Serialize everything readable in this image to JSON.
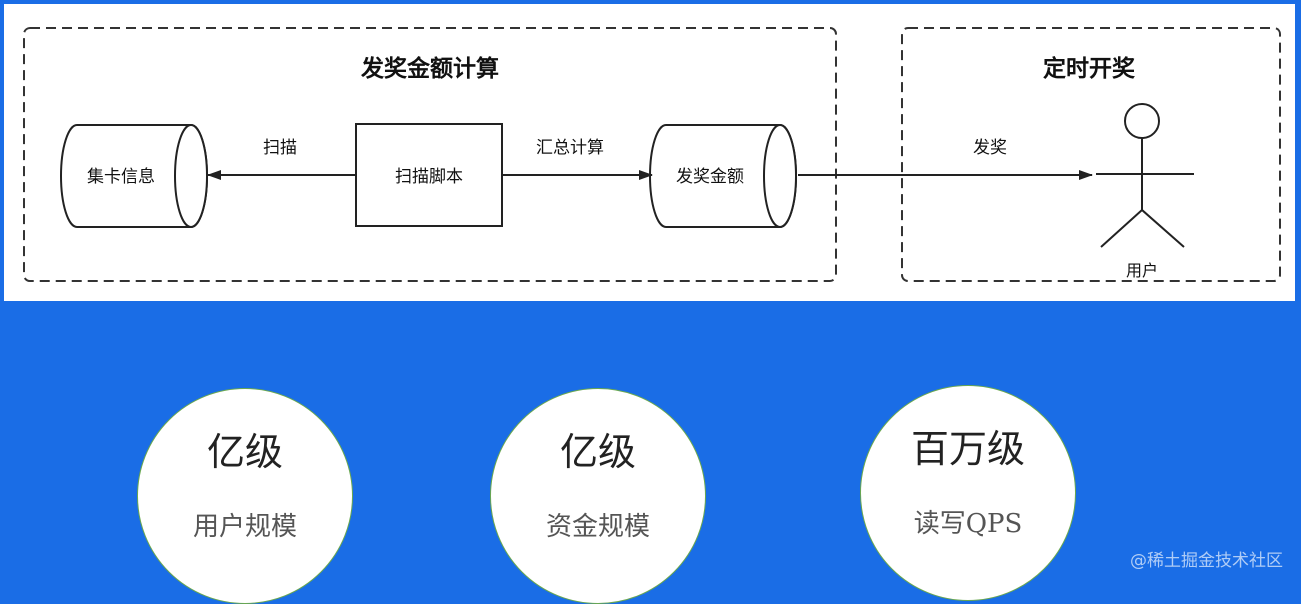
{
  "diagram": {
    "calc_group": {
      "title": "发奖金额计算"
    },
    "draw_group": {
      "title": "定时开奖"
    },
    "nodes": {
      "card_info": "集卡信息",
      "scan_script": "扫描脚本",
      "prize_amount": "发奖金额",
      "user": "用户"
    },
    "edges": {
      "scan": "扫描",
      "summary_calc": "汇总计算",
      "award": "发奖"
    }
  },
  "stats": [
    {
      "value": "亿级",
      "label": "用户规模"
    },
    {
      "value": "亿级",
      "label": "资金规模"
    },
    {
      "value": "百万级",
      "label": "读写QPS"
    }
  ],
  "watermark": "@稀土掘金技术社区",
  "colors": {
    "accent_blue": "#1a6de6",
    "circle_border": "#6aa84f"
  }
}
